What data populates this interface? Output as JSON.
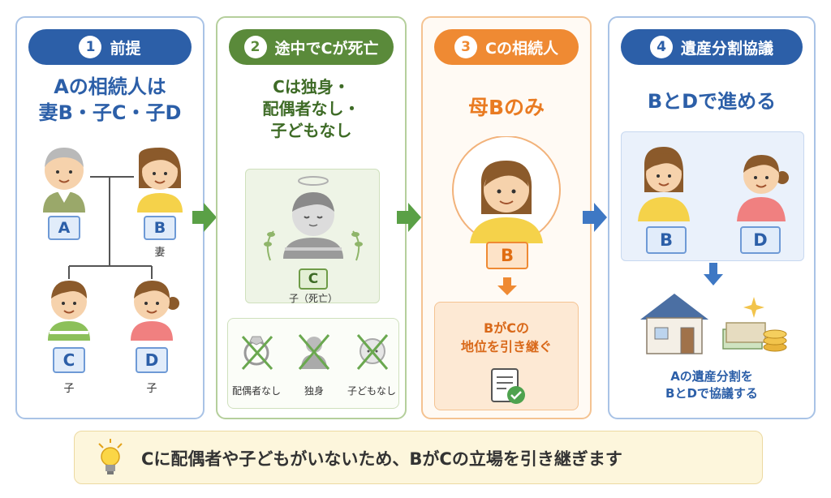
{
  "panel1": {
    "number": "1",
    "title": "前提",
    "headline_line1": "Aの相続人は",
    "headline_line2": "妻B・子C・子D",
    "person_a": "A",
    "person_b": "B",
    "person_b_role": "妻",
    "person_c": "C",
    "person_c_role": "子",
    "person_d": "D",
    "person_d_role": "子"
  },
  "panel2": {
    "number": "2",
    "title": "途中でCが死亡",
    "headline_line1": "Cは独身・",
    "headline_line2": "配偶者なし・",
    "headline_line3": "子どもなし",
    "person_c": "C",
    "person_c_caption": "子（死亡）",
    "icon_spouse": "配偶者なし",
    "icon_single": "独身",
    "icon_children": "子どもなし"
  },
  "panel3": {
    "number": "3",
    "title": "Cの相続人",
    "headline": "母Bのみ",
    "person_b": "B",
    "inherit_line1": "BがCの",
    "inherit_line2": "地位を引き継ぐ"
  },
  "panel4": {
    "number": "4",
    "title": "遺産分割協議",
    "headline": "BとDで進める",
    "person_b": "B",
    "person_d": "D",
    "result_line1": "Aの遺産分割を",
    "result_line2": "BとDで協議する"
  },
  "footer": {
    "tip": "Cに配偶者や子どもがいないため、BがCの立場を引き継ぎます"
  },
  "colors": {
    "blue": "#2c5fa8",
    "green": "#5a8a3a",
    "orange": "#ef8a33",
    "arrow_green": "#5aa046",
    "arrow_blue": "#3e78c4"
  },
  "icons": [
    "elderly-man-icon",
    "woman-icon",
    "boy-icon",
    "girl-icon",
    "angel-boy-icon",
    "ring-icon",
    "single-person-icon",
    "baby-icon",
    "document-check-icon",
    "house-icon",
    "money-icon",
    "lightbulb-icon",
    "arrow-right-icon",
    "arrow-down-icon"
  ]
}
